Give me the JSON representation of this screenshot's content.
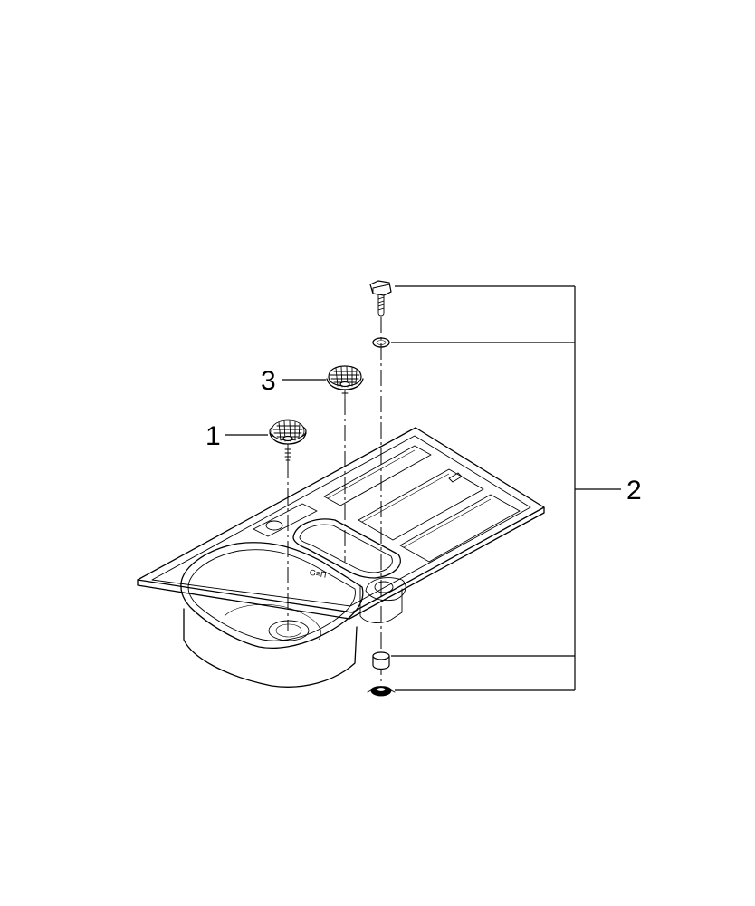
{
  "callouts": [
    {
      "id": "1",
      "label": "1"
    },
    {
      "id": "2",
      "label": "2"
    },
    {
      "id": "3",
      "label": "3"
    }
  ],
  "icons": {
    "sink": "kitchen-sink-icon",
    "strainer": "basket-strainer-icon",
    "screw": "mounting-screw-icon",
    "washer": "washer-icon",
    "nut": "nut-icon"
  }
}
